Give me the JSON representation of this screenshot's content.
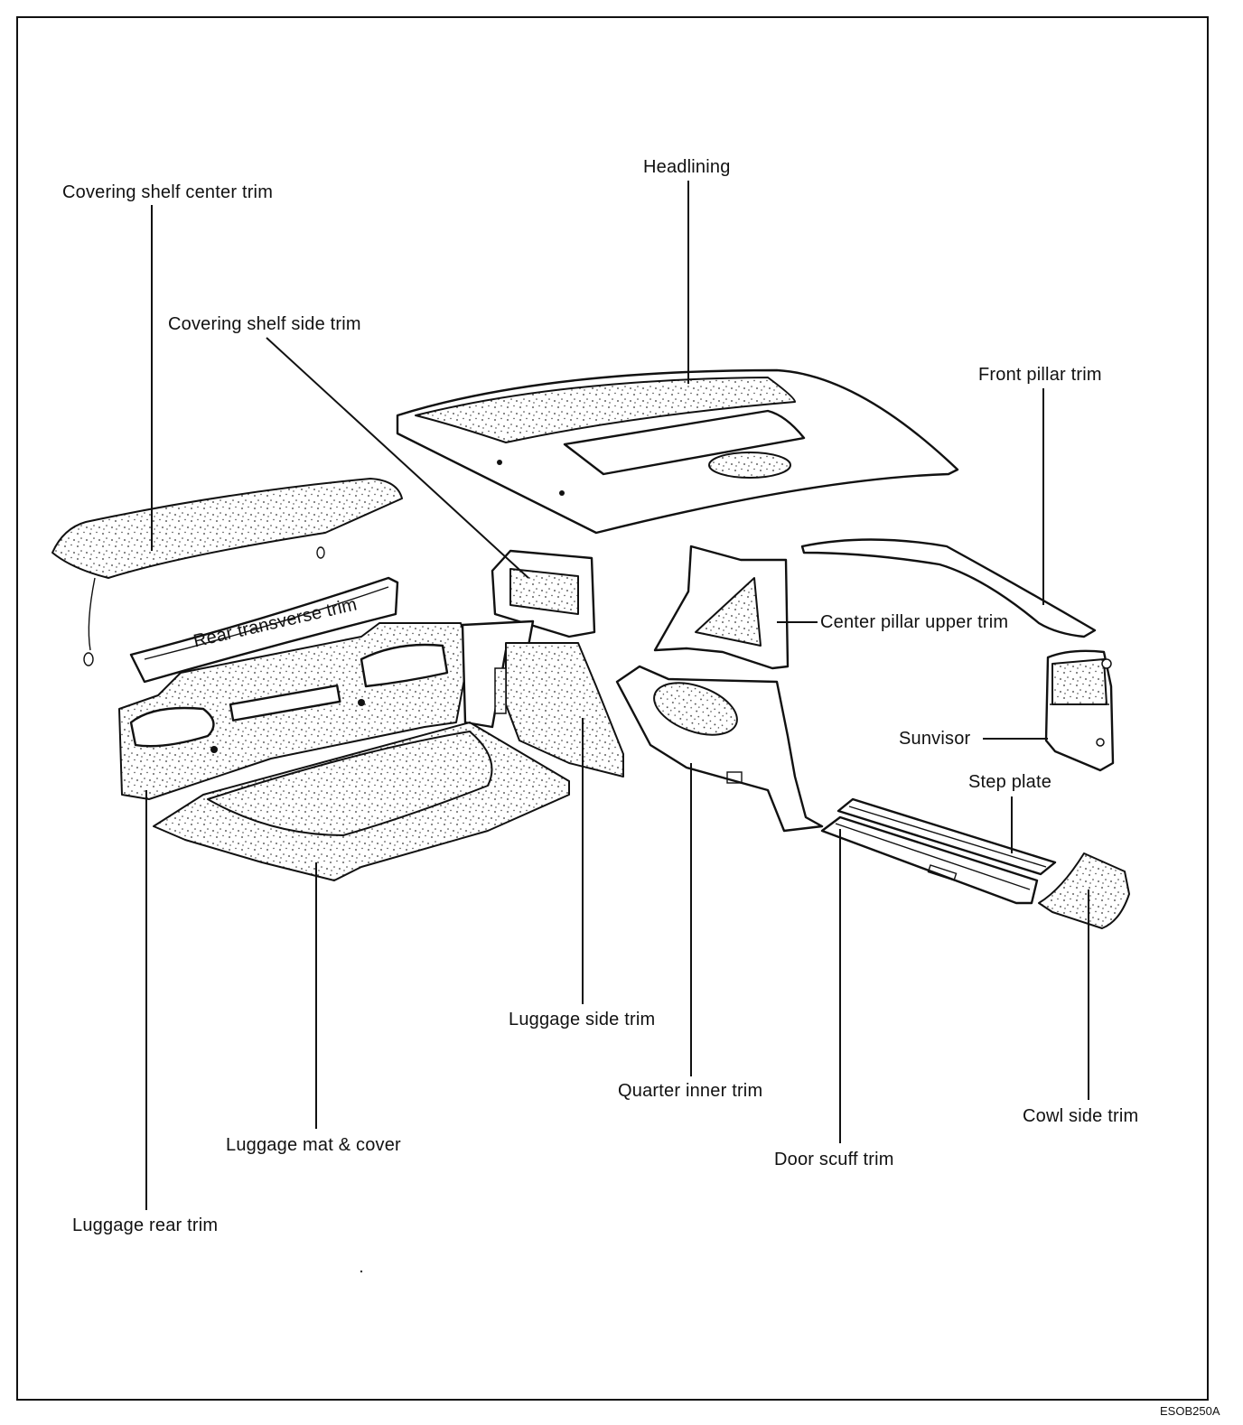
{
  "labels": {
    "covering_shelf_center_trim": "Covering shelf center trim",
    "covering_shelf_side_trim": "Covering shelf side trim",
    "headlining": "Headlining",
    "front_pillar_trim": "Front pillar trim",
    "rear_transverse_trim": "Rear transverse trim",
    "center_pillar_upper_trim": "Center pillar upper trim",
    "sunvisor": "Sunvisor",
    "step_plate": "Step plate",
    "luggage_side_trim": "Luggage side trim",
    "quarter_inner_trim": "Quarter inner trim",
    "cowl_side_trim": "Cowl side trim",
    "luggage_mat_cover": "Luggage mat & cover",
    "door_scuff_trim": "Door scuff trim",
    "luggage_rear_trim": "Luggage rear trim"
  },
  "figure_code": "ESOB250A"
}
